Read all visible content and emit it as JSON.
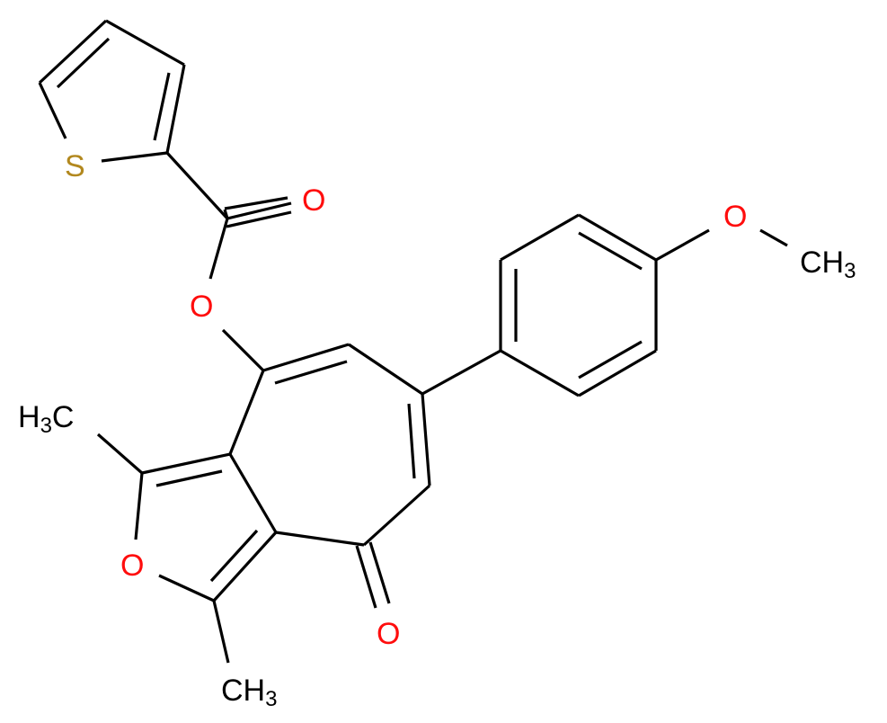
{
  "molecule": {
    "description": "Thiophene-2-carboxylate ester of a 1,3-dimethyl-6-(4-methoxyphenyl)-8-oxo-cyclohepta[c]furan-4-yl",
    "colors": {
      "bond": "#000000",
      "carbon_label": "#000000",
      "oxygen": "#ff0d0d",
      "sulfur": "#b2881e"
    },
    "atom_labels": {
      "thiophene_sulfur": "S",
      "carbonyl_oxygen_ester": "O",
      "ester_oxygen": "O",
      "methoxy_oxygen": "O",
      "methoxy_methyl": {
        "main": "CH",
        "sub": "3"
      },
      "furan_oxygen": "O",
      "ketone_oxygen": "O",
      "methyl_top_left": {
        "main": "H",
        "sub": "3",
        "tail": "C"
      },
      "methyl_bottom": {
        "main": "CH",
        "sub": "3"
      }
    },
    "fragments": [
      "thiophene-ring",
      "ester-linkage",
      "cycloheptatrienone-ring",
      "furan-ring",
      "4-methoxyphenyl",
      "two-methyl-groups"
    ]
  }
}
